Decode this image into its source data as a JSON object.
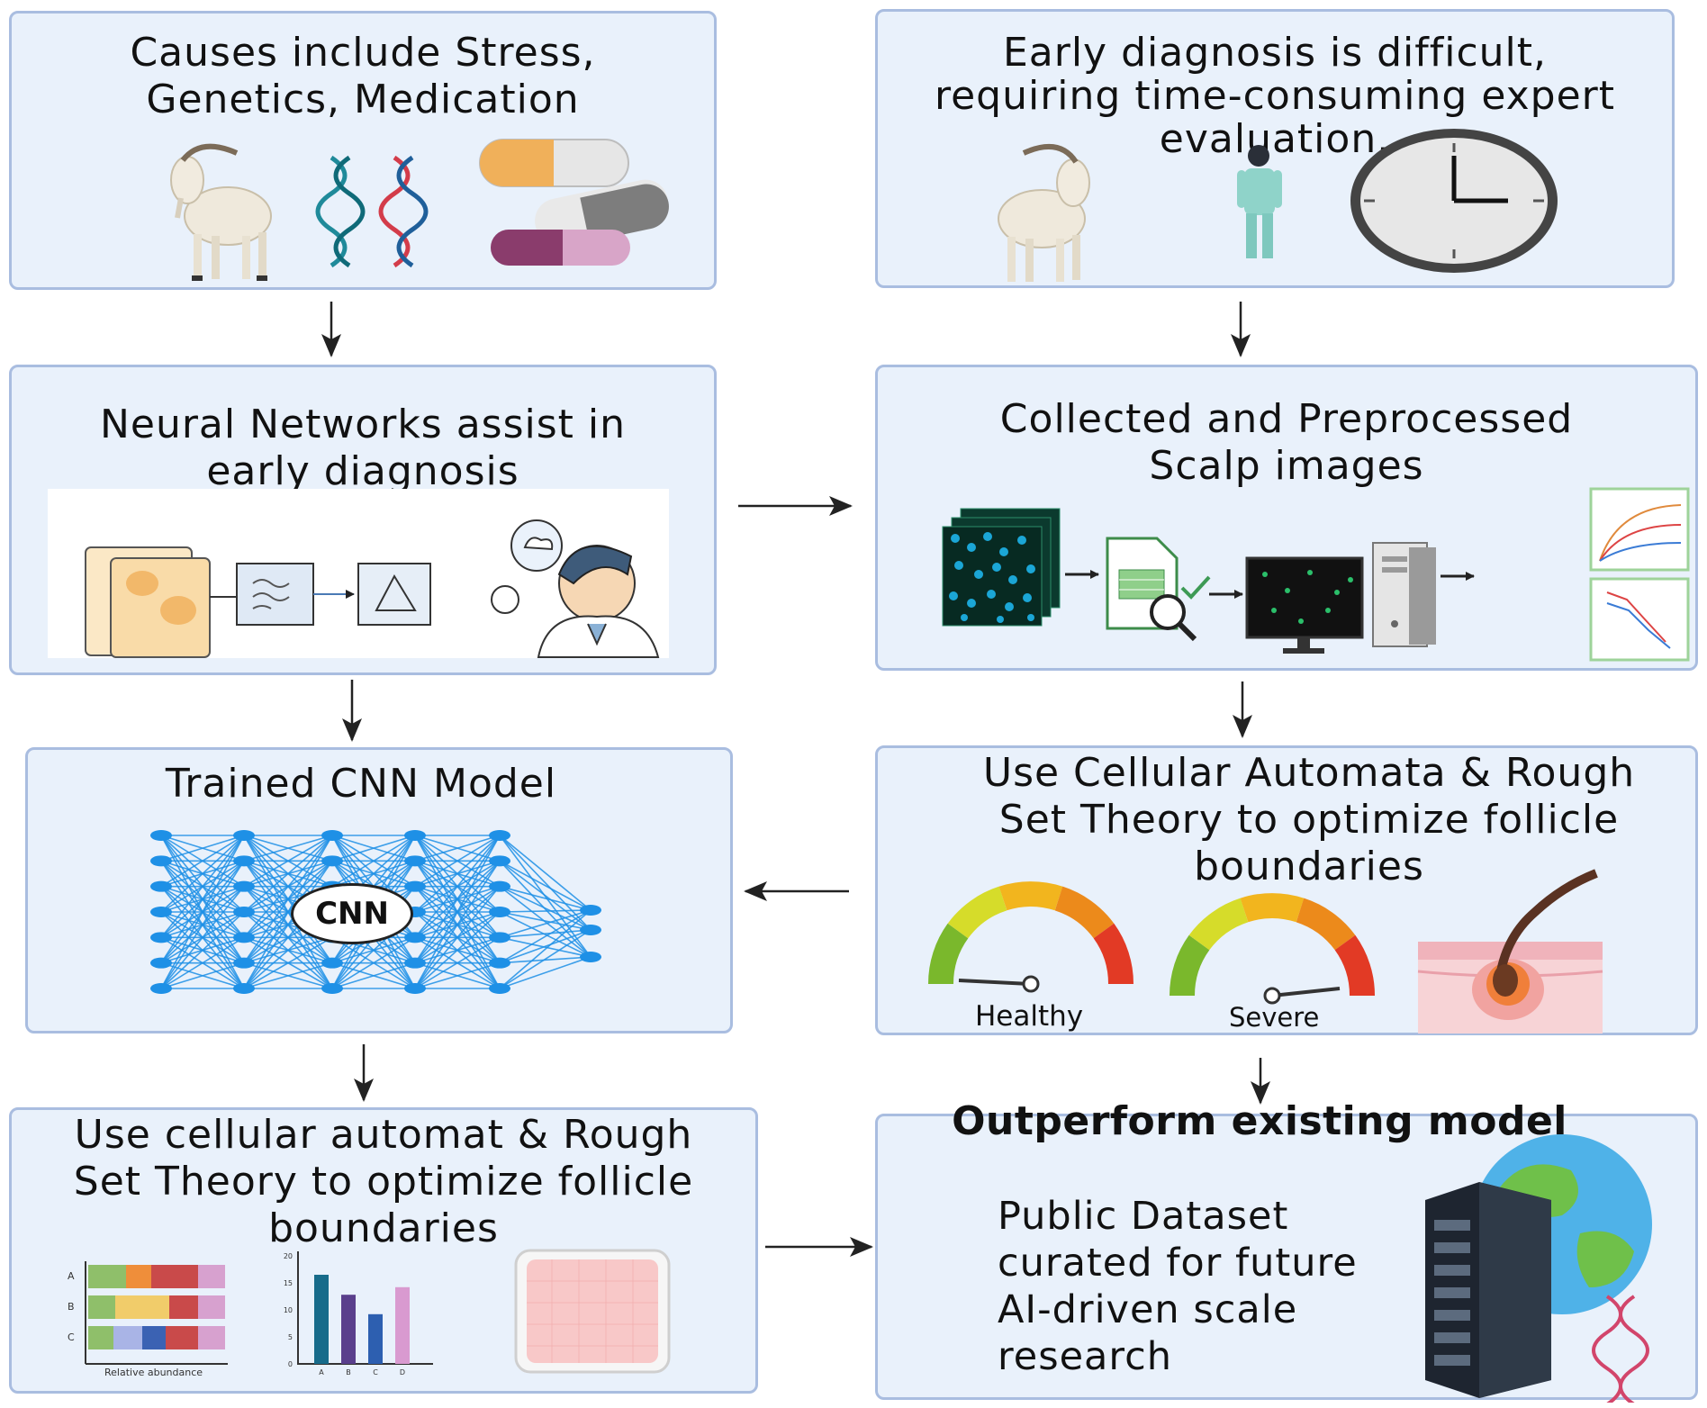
{
  "box1": {
    "title": "Causes include Stress, Genetics, Medication",
    "icons": [
      "goat-icon",
      "dna-icon",
      "pill-icon"
    ]
  },
  "box2": {
    "title": "Early diagnosis is difficult, requiring time-consuming expert evaluation.",
    "icons": [
      "goat-icon",
      "doctor-icon",
      "clock-icon"
    ]
  },
  "box3": {
    "title": "Neural Networks assist in early diagnosis"
  },
  "box4": {
    "title": "Collected and Preprocessed Scalp images"
  },
  "box5": {
    "title": "Trained CNN Model",
    "network_label": "CNN"
  },
  "box6": {
    "title": "Use Cellular Automata & Rough Set Theory to optimize follicle boundaries",
    "gauge_left_label": "Healthy",
    "gauge_right_label": "Severe"
  },
  "box7": {
    "title": "Use cellular automat & Rough Set Theory to optimize follicle boundaries",
    "stacked_rows": [
      "A",
      "B",
      "C"
    ],
    "stacked_xlabel": "Relative abundance",
    "bar_categories": [
      "A",
      "B",
      "C",
      "D"
    ],
    "bar_values": [
      16.5,
      12.8,
      9.2,
      14.2
    ],
    "bar_yticks": [
      "20",
      "15",
      "10",
      "5",
      "0"
    ]
  },
  "box8": {
    "title": "Outperform existing model",
    "description_lines": [
      "Public Dataset",
      "curated for future",
      "AI-driven scale",
      "research"
    ]
  },
  "colors": {
    "box_fill": "#e9f1fb",
    "box_border": "#a9bde0",
    "arrow": "#222222",
    "cnn_node": "#1e90e6"
  }
}
